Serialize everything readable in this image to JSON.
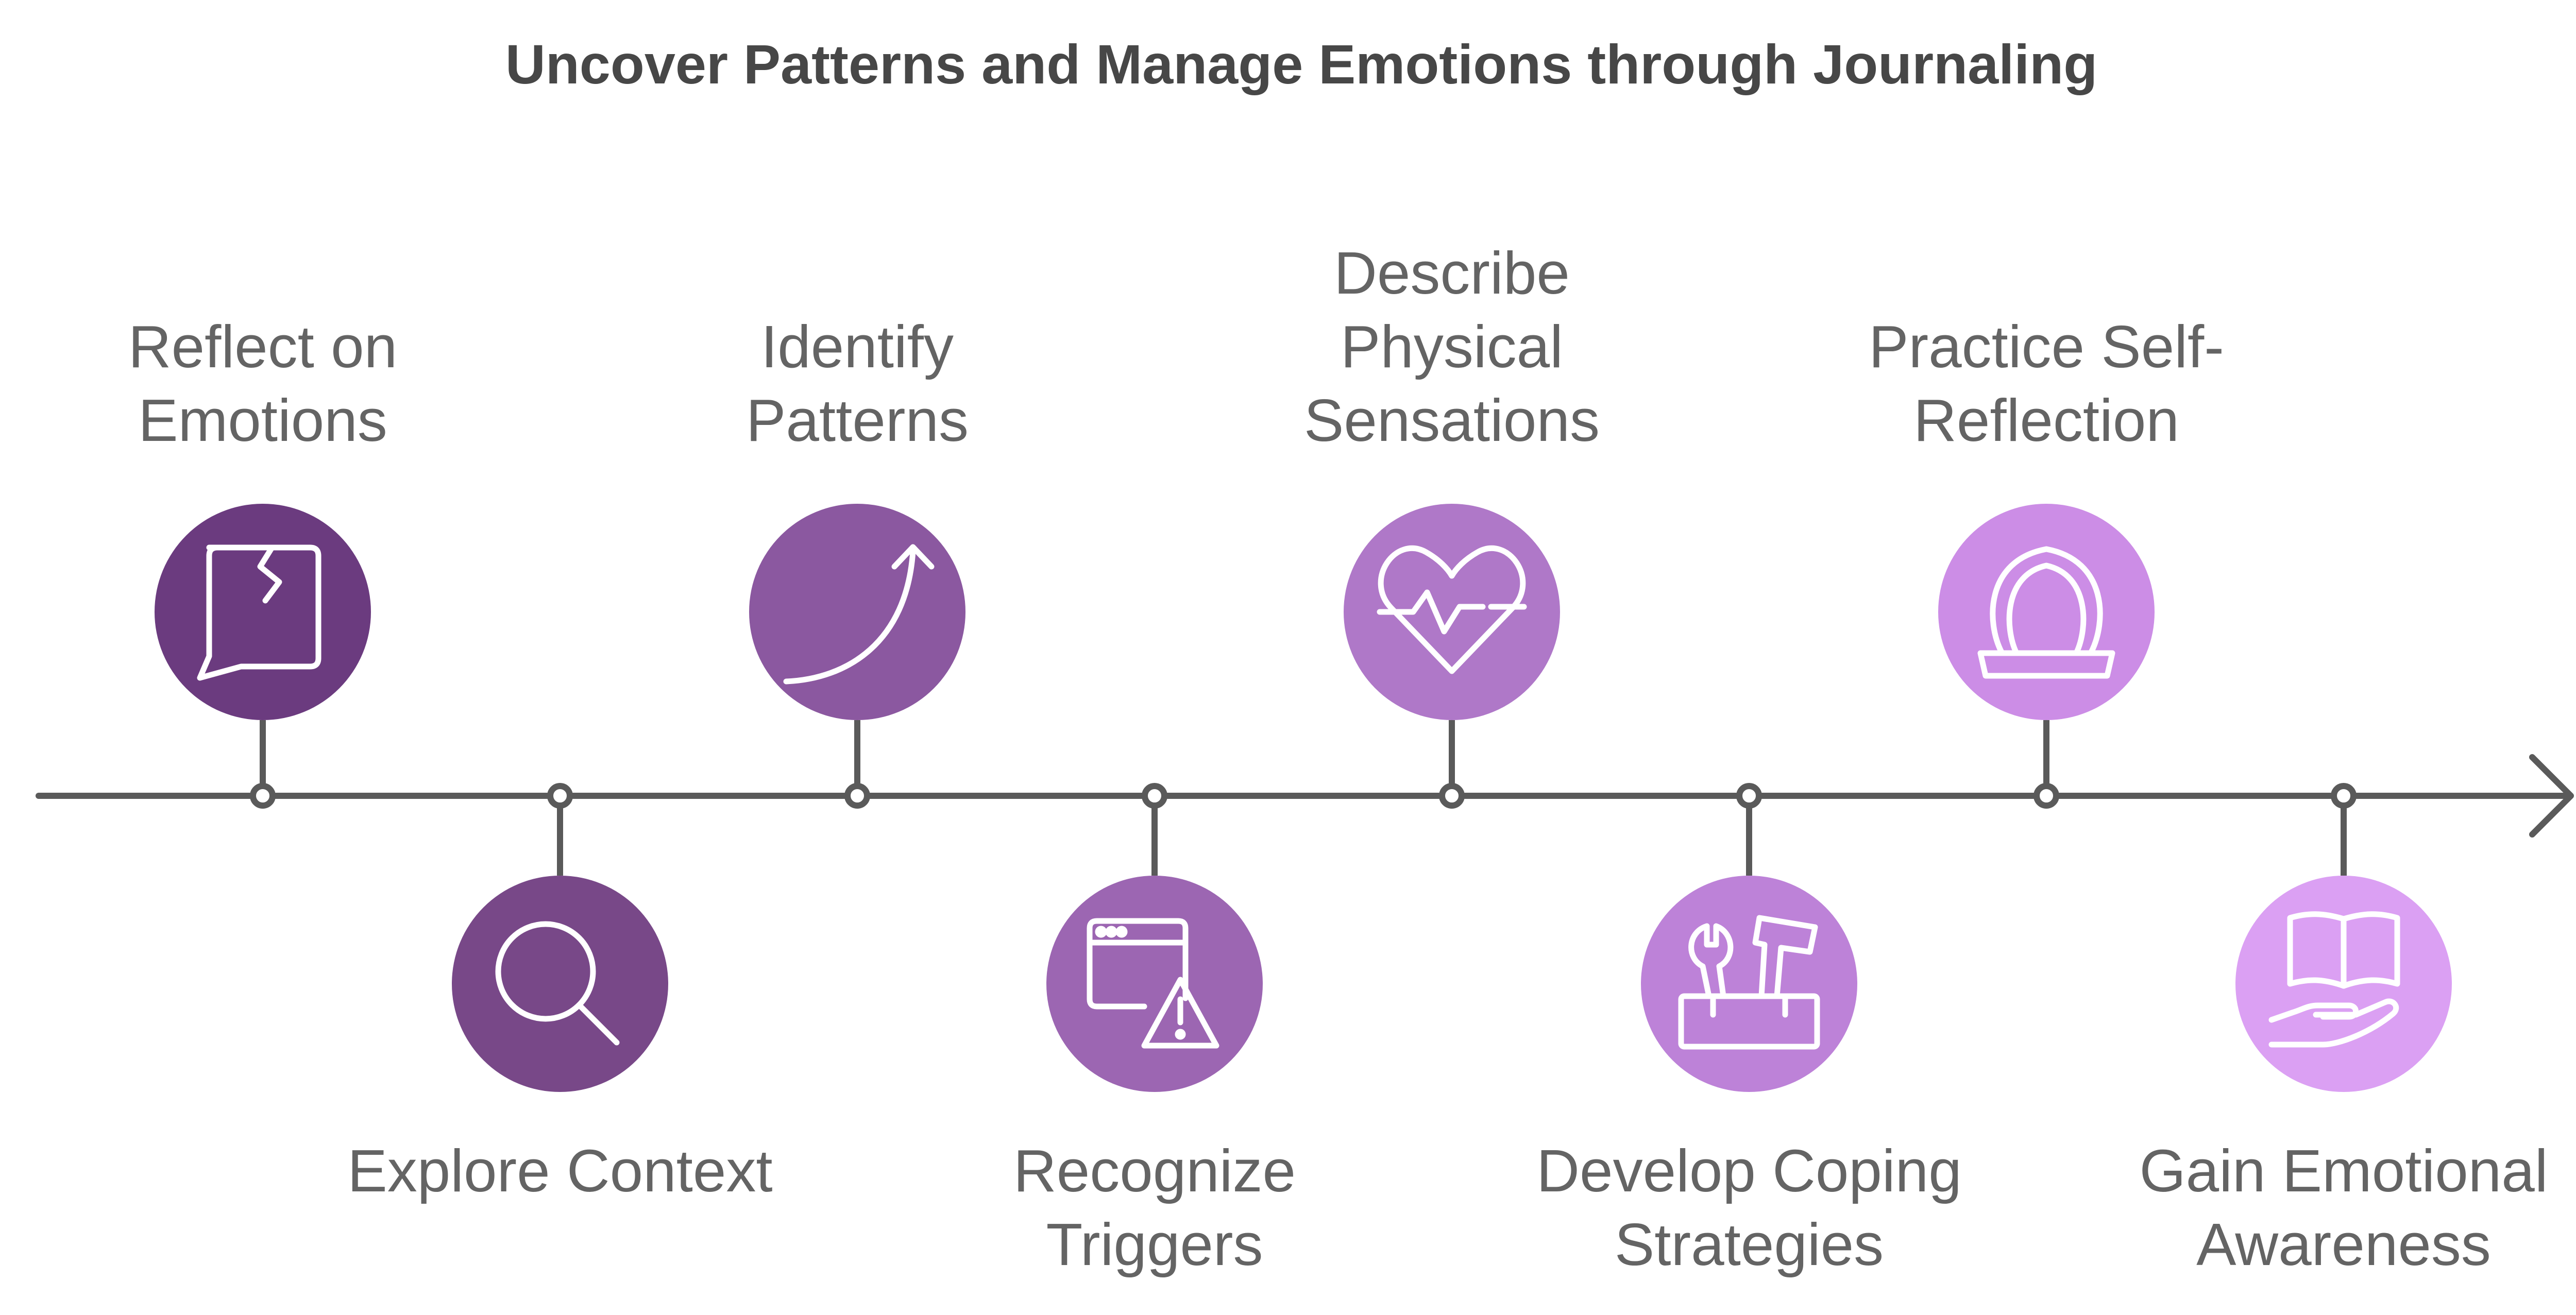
{
  "title": "Uncover Patterns and Manage Emotions through Journaling",
  "colors": {
    "axis": "#5a5a5a",
    "text": "#646464",
    "title": "#474747",
    "icon_stroke": "#ffffff"
  },
  "steps": [
    {
      "lines": [
        "Reflect on",
        "Emotions"
      ],
      "icon": "cracked-speech-bubble-icon",
      "color": "#6b3b7f",
      "position": "above"
    },
    {
      "lines": [
        "Explore Context"
      ],
      "icon": "magnifying-glass-icon",
      "color": "#784888",
      "position": "below"
    },
    {
      "lines": [
        "Identify",
        "Patterns"
      ],
      "icon": "curved-arrow-icon",
      "color": "#8b58a0",
      "position": "above"
    },
    {
      "lines": [
        "Recognize",
        "Triggers"
      ],
      "icon": "browser-warning-icon",
      "color": "#9c66b2",
      "position": "below"
    },
    {
      "lines": [
        "Describe",
        "Physical",
        "Sensations"
      ],
      "icon": "heart-pulse-icon",
      "color": "#af78c8",
      "position": "above"
    },
    {
      "lines": [
        "Develop Coping",
        "Strategies"
      ],
      "icon": "toolbox-icon",
      "color": "#bd82d8",
      "position": "below"
    },
    {
      "lines": [
        "Practice Self-",
        "Reflection"
      ],
      "icon": "mirror-icon",
      "color": "#cc8de6",
      "position": "above"
    },
    {
      "lines": [
        "Gain Emotional",
        "Awareness"
      ],
      "icon": "hand-book-icon",
      "color": "#dba0f3",
      "position": "below"
    }
  ]
}
